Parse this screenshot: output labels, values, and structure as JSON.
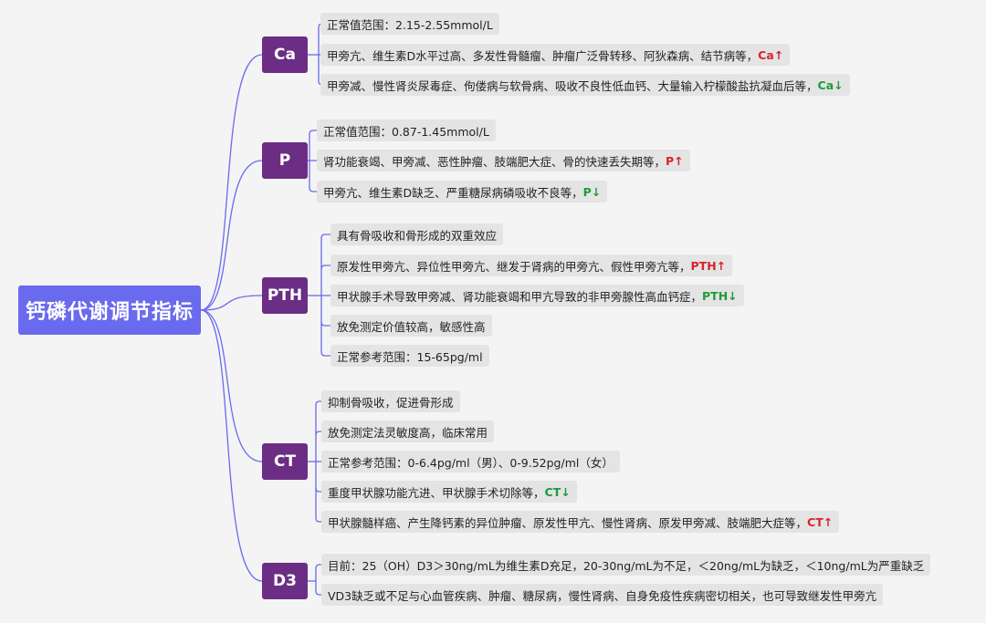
{
  "title": "钙磷代谢调节指标",
  "categories": [
    {
      "name": "Ca",
      "items": [
        {
          "text": "正常值范围：2.15-2.55mmol/L",
          "mark": ""
        },
        {
          "text": "甲旁亢、维生素D水平过高、多发性骨髓瘤、肿瘤广泛骨转移、阿狄森病、结节病等，",
          "mark": "Ca↑"
        },
        {
          "text": "甲旁减、慢性肾炎尿毒症、佝偻病与软骨病、吸收不良性低血钙、大量输入柠檬酸盐抗凝血后等，",
          "mark": "Ca↓"
        }
      ]
    },
    {
      "name": "P",
      "items": [
        {
          "text": "正常值范围：0.87-1.45mmol/L",
          "mark": ""
        },
        {
          "text": "肾功能衰竭、甲旁减、恶性肿瘤、肢端肥大症、骨的快速丢失期等，",
          "mark": "P↑"
        },
        {
          "text": "甲旁亢、维生素D缺乏、严重糖尿病磷吸收不良等，",
          "mark": "P↓"
        }
      ]
    },
    {
      "name": "PTH",
      "items": [
        {
          "text": "具有骨吸收和骨形成的双重效应",
          "mark": ""
        },
        {
          "text": "原发性甲旁亢、异位性甲旁亢、继发于肾病的甲旁亢、假性甲旁亢等，",
          "mark": "PTH↑"
        },
        {
          "text": "甲状腺手术导致甲旁减、肾功能衰竭和甲亢导致的非甲旁腺性高血钙症，",
          "mark": "PTH↓"
        },
        {
          "text": "放免测定价值较高，敏感性高",
          "mark": ""
        },
        {
          "text": "正常参考范围：15-65pg/ml",
          "mark": ""
        }
      ]
    },
    {
      "name": "CT",
      "items": [
        {
          "text": "抑制骨吸收，促进骨形成",
          "mark": ""
        },
        {
          "text": "放免测定法灵敏度高，临床常用",
          "mark": ""
        },
        {
          "text": "正常参考范围：0-6.4pg/ml（男）、0-9.52pg/ml（女）",
          "mark": ""
        },
        {
          "text": "重度甲状腺功能亢进、甲状腺手术切除等，",
          "mark": "CT↓"
        },
        {
          "text": "甲状腺髓样癌、产生降钙素的异位肿瘤、原发性甲亢、慢性肾病、原发甲旁减、肢端肥大症等，",
          "mark": "CT↑"
        }
      ]
    },
    {
      "name": "D3",
      "items": [
        {
          "text": "目前：25（OH）D3＞30ng/mL为维生素D充足，20-30ng/mL为不足，＜20ng/mL为缺乏，＜10ng/mL为严重缺乏",
          "mark": ""
        },
        {
          "text": "VD3缺乏或不足与心血管疾病、肿瘤、糖尿病，慢性肾病、自身免疫性疾病密切相关，也可导致继发性甲旁亢",
          "mark": ""
        }
      ]
    }
  ]
}
